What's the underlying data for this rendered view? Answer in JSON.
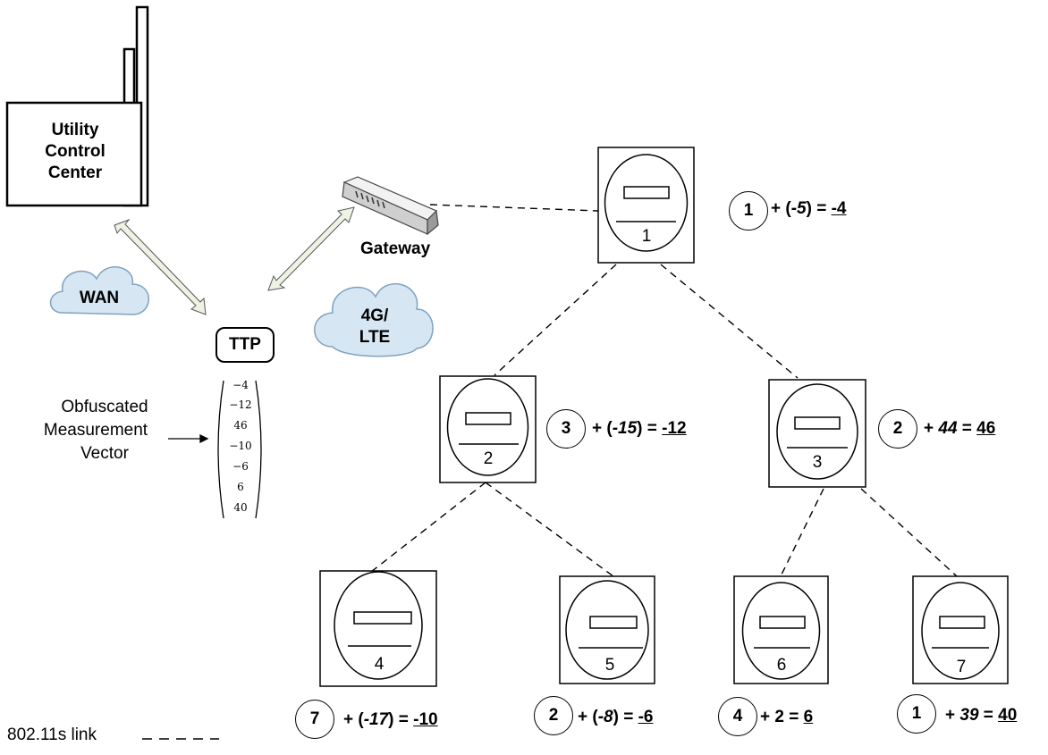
{
  "control_center": {
    "label_line1": "Utility",
    "label_line2": "Control",
    "label_line3": "Center"
  },
  "wan": {
    "label": "WAN"
  },
  "lte": {
    "label_line1": "4G/",
    "label_line2": "LTE"
  },
  "ttp": {
    "label": "TTP"
  },
  "gateway": {
    "label": "Gateway"
  },
  "obfuscated": {
    "line1": "Obfuscated",
    "line2": "Measurement",
    "line3": "Vector"
  },
  "vector": [
    "−4",
    "−12",
    "46",
    "−10",
    "−6",
    "6",
    "40"
  ],
  "meters": [
    {
      "id": "1",
      "value": "1",
      "noise": "-5",
      "result": "-4",
      "noise_paren": true
    },
    {
      "id": "2",
      "value": "3",
      "noise": "-15",
      "result": "-12",
      "noise_paren": true
    },
    {
      "id": "3",
      "value": "2",
      "noise": "44",
      "result": "46",
      "noise_paren": false
    },
    {
      "id": "4",
      "value": "7",
      "noise": "-17",
      "result": "-10",
      "noise_paren": true
    },
    {
      "id": "5",
      "value": "2",
      "noise": "-8",
      "result": "-6",
      "noise_paren": true
    },
    {
      "id": "6",
      "value": "4",
      "noise": "2",
      "result": "6",
      "noise_paren": false
    },
    {
      "id": "7",
      "value": "1",
      "noise": "39",
      "result": "40",
      "noise_paren": false
    }
  ],
  "legend": {
    "label": "802.11s link"
  }
}
